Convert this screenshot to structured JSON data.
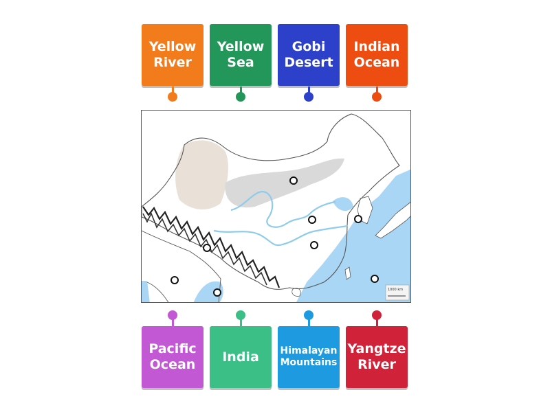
{
  "top_tiles": [
    {
      "label": "Yellow\nRiver",
      "color": "#f27b1c"
    },
    {
      "label": "Yellow\nSea",
      "color": "#23975a"
    },
    {
      "label": "Gobi\nDesert",
      "color": "#2c40c9"
    },
    {
      "label": "Indian\nOcean",
      "color": "#ee4d12"
    }
  ],
  "bottom_tiles": [
    {
      "label": "Pacific\nOcean",
      "color": "#c358d4"
    },
    {
      "label": "India",
      "color": "#3cbf87"
    },
    {
      "label": "Himalayan\nMountains",
      "color": "#1e9be0"
    },
    {
      "label": "Yangtze\nRiver",
      "color": "#d0233a"
    }
  ],
  "map": {
    "land_color": "#ffffff",
    "water_color": "#a9d6f5",
    "desert_color": "#d9d9d9",
    "plateau_color": "#e9e0d8",
    "scale_legend": "1000 km"
  }
}
